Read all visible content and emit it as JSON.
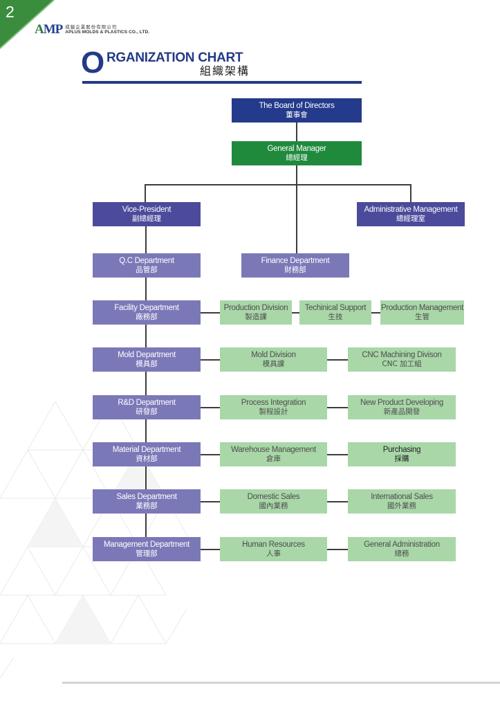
{
  "page": {
    "number": "2"
  },
  "logo": {
    "mark_a": "A",
    "mark_mp": "MP",
    "chinese_name": "成鎰企業股份有限公司",
    "english_name": "APLUS MOLDS & PLASTICS CO., LTD."
  },
  "title": {
    "initial": "O",
    "rest": "RGANIZATION CHART",
    "chinese": "組織架構"
  },
  "colors": {
    "board": "#243a8a",
    "general_manager": "#1f8a3c",
    "vice_president": "#4b4a9b",
    "departments": "#7b78b8",
    "divisions": "#a9d7a8",
    "title": "#233a87"
  },
  "nodes": {
    "board": {
      "en": "The Board of Directors",
      "zh": "董事會"
    },
    "general_manager": {
      "en": "General Manager",
      "zh": "總經理"
    },
    "vice_president": {
      "en": "Vice-President",
      "zh": "副總經理"
    },
    "admin_management": {
      "en": "Administrative Management",
      "zh": "總經理室"
    },
    "finance": {
      "en": "Finance Department",
      "zh": "財務部"
    },
    "qc": {
      "en": "Q.C Department",
      "zh": "品管部"
    },
    "facility": {
      "en": "Facility Department",
      "zh": "廠務部"
    },
    "production_division": {
      "en": "Production Division",
      "zh": "製造課"
    },
    "technical_support": {
      "en": "Techinical Support",
      "zh": "生技"
    },
    "production_management": {
      "en": "Production Management",
      "zh": "生管"
    },
    "mold_department": {
      "en": "Mold Department",
      "zh": "模具部"
    },
    "mold_division": {
      "en": "Mold Division",
      "zh": "模具課"
    },
    "cnc": {
      "en": "CNC Machining Divison",
      "zh": "CNC 加工組"
    },
    "rd": {
      "en": "R&D Department",
      "zh": "研發部"
    },
    "process_integration": {
      "en": "Process Integration",
      "zh": "製程設計"
    },
    "new_product": {
      "en": "New Product Developing",
      "zh": "新產品開發"
    },
    "material": {
      "en": "Material Department",
      "zh": "資材部"
    },
    "warehouse": {
      "en": "Warehouse Management",
      "zh": "倉庫"
    },
    "purchasing": {
      "en": "Purchasing",
      "zh": "採購"
    },
    "sales": {
      "en": "Sales Department",
      "zh": "業務部"
    },
    "domestic_sales": {
      "en": "Domestic Sales",
      "zh": "國內業務"
    },
    "international_sales": {
      "en": "International Sales",
      "zh": "國外業務"
    },
    "management": {
      "en": "Management Department",
      "zh": "管理部"
    },
    "human_resources": {
      "en": "Human Resources",
      "zh": "人事"
    },
    "general_admin": {
      "en": "General Administration",
      "zh": "總務"
    }
  }
}
